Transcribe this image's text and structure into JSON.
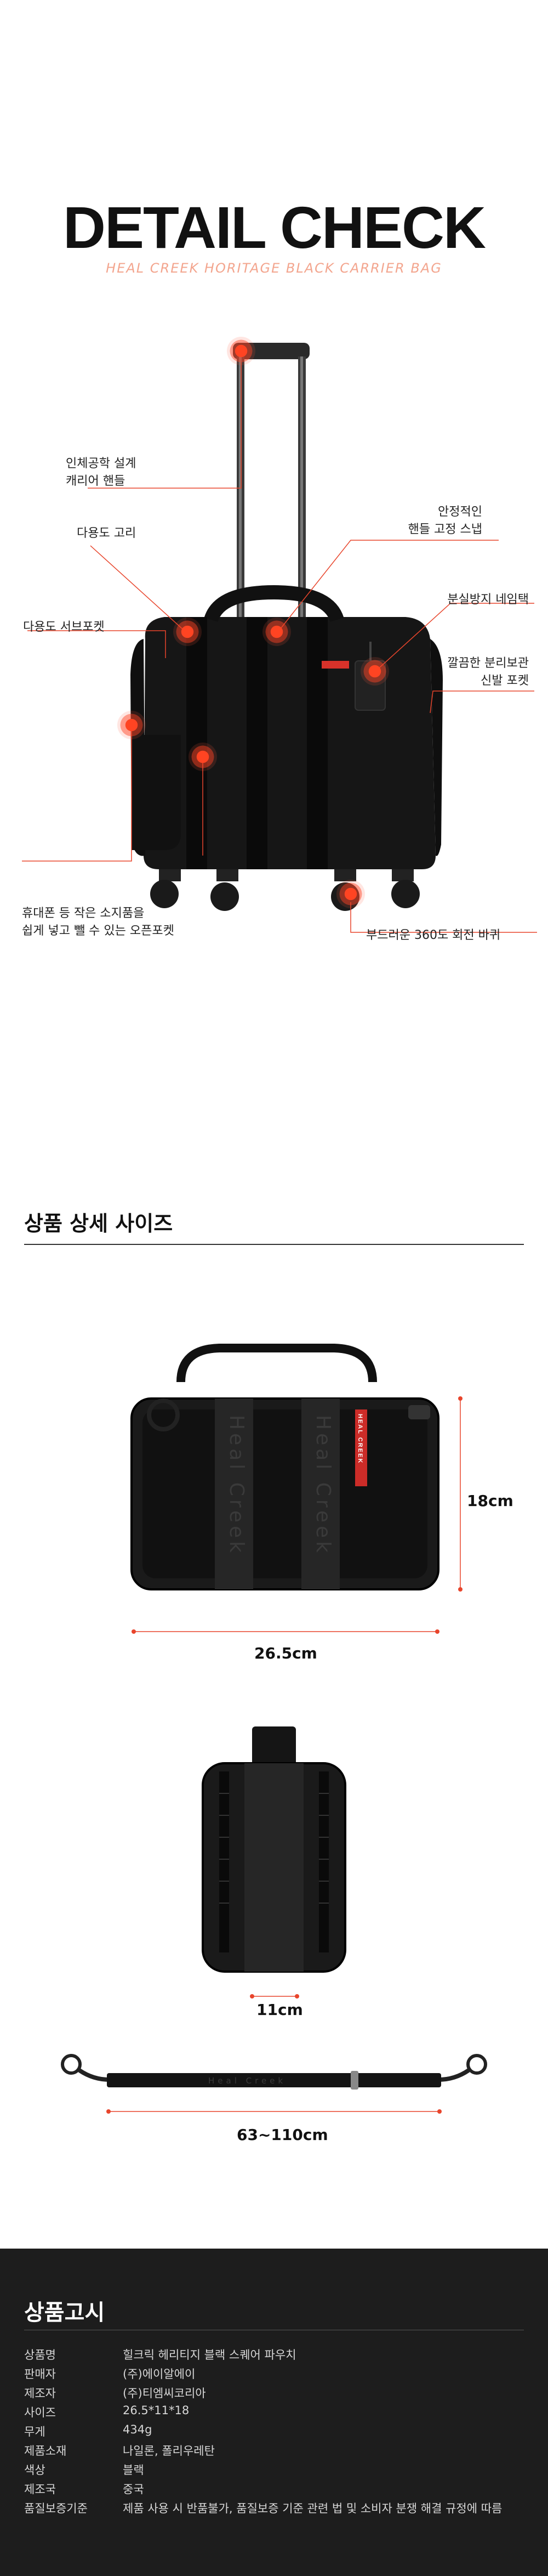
{
  "detail": {
    "title": "DETAIL CHECK",
    "subtitle": "HEAL CREEK HORITAGE BLACK CARRIER BAG",
    "callouts": [
      {
        "label": "인체공학 설계\n캐리어 핸들"
      },
      {
        "label": "다용도 고리"
      },
      {
        "label": "다용도 서브포켓"
      },
      {
        "label": "휴대폰 등 작은 소지품을\n쉽게 넣고 뺄 수 있는 오픈포켓"
      },
      {
        "label": "안정적인\n핸들 고정 스냅"
      },
      {
        "label": "분실방지 네임택"
      },
      {
        "label": "깔끔한 분리보관\n신발 포켓"
      },
      {
        "label": "부드러운 360도 회전 바퀴"
      }
    ]
  },
  "size": {
    "title": "상품 상세 사이즈",
    "width": "26.5cm",
    "height": "18cm",
    "depth": "11cm",
    "strap": "63~110cm",
    "brand_text": "Heal Creek",
    "tag_text": "HEAL CREEK"
  },
  "notice": {
    "title": "상품고시",
    "rows": [
      {
        "key": "상품명",
        "value": "힐크릭 헤리티지 블랙 스퀘어 파우치"
      },
      {
        "key": "판매자",
        "value": "(주)에이알에이"
      },
      {
        "key": "제조자",
        "value": "(주)티엠씨코리아"
      },
      {
        "key": "사이즈",
        "value": "26.5*11*18"
      },
      {
        "key": "무게",
        "value": "434g"
      },
      {
        "key": "제품소재",
        "value": "나일론, 폴리우레탄"
      },
      {
        "key": "색상",
        "value": "블랙"
      },
      {
        "key": "제조국",
        "value": "중국"
      },
      {
        "key": "품질보증기준",
        "value": "제품 사용 시 반품불가, 품질보증 기준 관련 법 및 소비자 분쟁 해결 규정에 따름"
      }
    ]
  },
  "colors": {
    "accent": "#e8452c",
    "subtitle": "#f3a58e",
    "notice_bg": "#1d1d1d"
  }
}
